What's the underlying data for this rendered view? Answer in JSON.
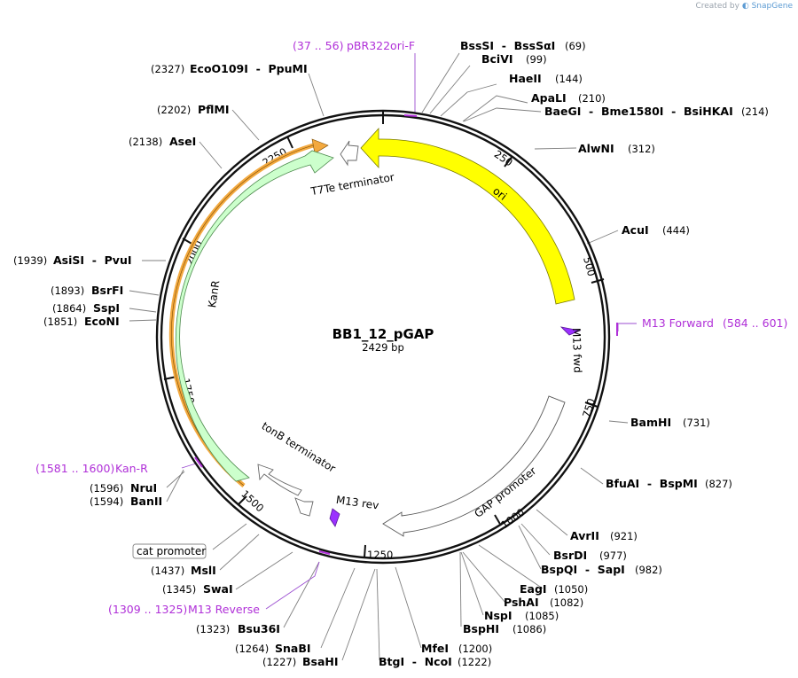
{
  "watermark": {
    "prefix": "Created by",
    "brand": "SnapGene"
  },
  "plasmid": {
    "name": "BB1_12_pGAP",
    "size_label": "2429 bp"
  },
  "ticks": [
    "250",
    "500",
    "750",
    "1000",
    "1250",
    "1500",
    "1750",
    "2000",
    "2250"
  ],
  "features": {
    "ori": "ori",
    "kanr": "KanR",
    "t7te": "T7Te terminator",
    "tonb": "tonB terminator",
    "gap": "GAP promoter",
    "m13fwd": "M13 fwd",
    "m13rev": "M13 rev",
    "cat": "cat promoter"
  },
  "primers": {
    "pbr_range": "(37 .. 56)",
    "pbr_name": "pBR322ori-F",
    "m13f_name": "M13 Forward",
    "m13f_range": "(584 .. 601)",
    "kanr_range": "(1581 .. 1600)",
    "kanr_name": "Kan-R",
    "m13r_range": "(1309 .. 1325)",
    "m13r_name": "M13 Reverse"
  },
  "enzymes": [
    {
      "names": "BssSI  -  BssSαI",
      "pos": "(69)"
    },
    {
      "names": "BciVI",
      "pos": "(99)"
    },
    {
      "names": "HaeII",
      "pos": "(144)"
    },
    {
      "names": "ApaLI",
      "pos": "(210)"
    },
    {
      "names": "BaeGI  -  Bme1580I  -  BsiHKAI",
      "pos": "(214)"
    },
    {
      "names": "AlwNI",
      "pos": "(312)"
    },
    {
      "names": "AcuI",
      "pos": "(444)"
    },
    {
      "names": "BamHI",
      "pos": "(731)"
    },
    {
      "names": "BfuAI  -  BspMI",
      "pos": "(827)"
    },
    {
      "names": "AvrII",
      "pos": "(921)"
    },
    {
      "names": "BsrDI",
      "pos": "(977)"
    },
    {
      "names": "BspQI  -  SapI",
      "pos": "(982)"
    },
    {
      "names": "EagI",
      "pos": "(1050)"
    },
    {
      "names": "PshAI",
      "pos": "(1082)"
    },
    {
      "names": "NspI",
      "pos": "(1085)"
    },
    {
      "names": "BspHI",
      "pos": "(1086)"
    },
    {
      "names": "MfeI",
      "pos": "(1200)"
    },
    {
      "names": "BtgI  -  NcoI",
      "pos": "(1222)"
    },
    {
      "names": "SnaBI",
      "pos": "(1264)"
    },
    {
      "names": "BsaHI",
      "pos": "(1227)"
    },
    {
      "names": "Bsu36I",
      "pos": "(1323)"
    },
    {
      "names": "SwaI",
      "pos": "(1345)"
    },
    {
      "names": "MslI",
      "pos": "(1437)"
    },
    {
      "names": "BanII",
      "pos": "(1594)"
    },
    {
      "names": "NruI",
      "pos": "(1596)"
    },
    {
      "names": "EcoNI",
      "pos": "(1851)"
    },
    {
      "names": "SspI",
      "pos": "(1864)"
    },
    {
      "names": "BsrFI",
      "pos": "(1893)"
    },
    {
      "names": "AsiSI  -  PvuI",
      "pos": "(1939)"
    },
    {
      "names": "AseI",
      "pos": "(2138)"
    },
    {
      "names": "PflMI",
      "pos": "(2202)"
    },
    {
      "names": "EcoO109I  -  PpuMI",
      "pos": "(2327)"
    }
  ]
}
